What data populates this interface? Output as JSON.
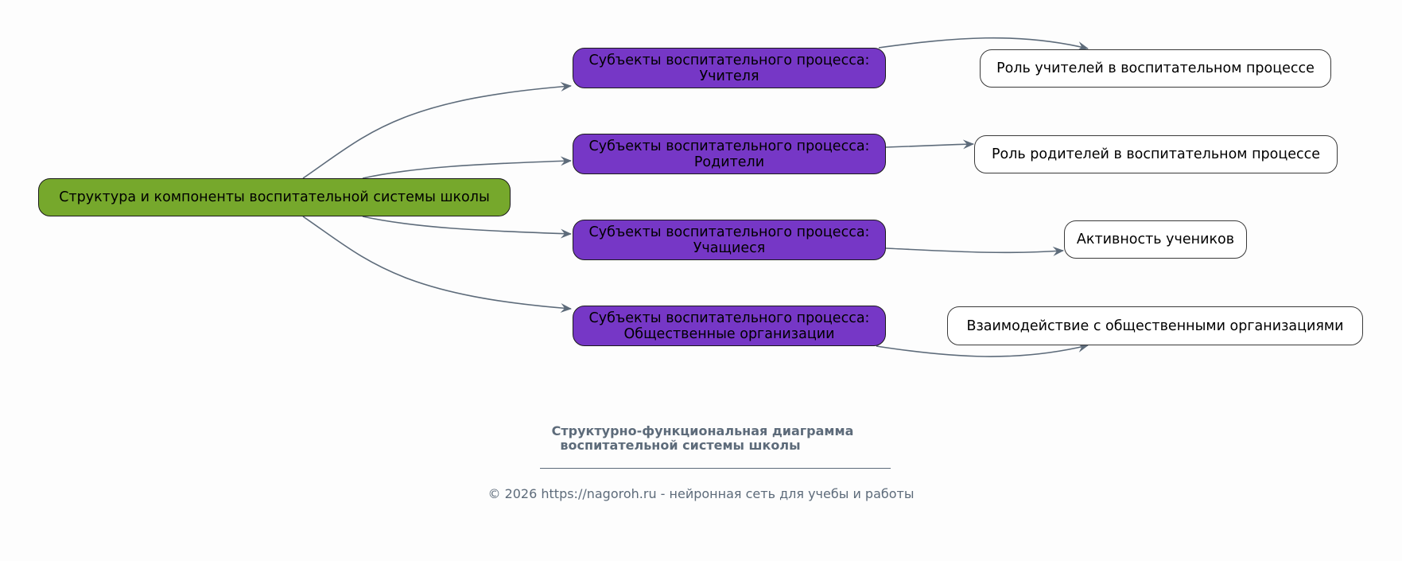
{
  "diagram": {
    "root": {
      "label": "Структура и компоненты воспитательной системы школы",
      "color": "#76a82c"
    },
    "subjects": [
      {
        "line1": "Субъекты воспитательного процесса:",
        "line2": "Учителя",
        "color": "#7637c6"
      },
      {
        "line1": "Субъекты воспитательного процесса:",
        "line2": "Родители",
        "color": "#7637c6"
      },
      {
        "line1": "Субъекты воспитательного процесса:",
        "line2": "Учащиеся",
        "color": "#7637c6"
      },
      {
        "line1": "Субъекты воспитательного процесса:",
        "line2": "Общественные организации",
        "color": "#7637c6"
      }
    ],
    "leaves": [
      {
        "label": "Роль учителей в воспитательном процессе"
      },
      {
        "label": "Роль родителей в воспитательном процессе"
      },
      {
        "label": "Активность учеников"
      },
      {
        "label": "Взаимодействие с общественными организациями"
      }
    ],
    "edges": [
      {
        "from": "root",
        "to": "subject-0"
      },
      {
        "from": "root",
        "to": "subject-1"
      },
      {
        "from": "root",
        "to": "subject-2"
      },
      {
        "from": "root",
        "to": "subject-3"
      },
      {
        "from": "subject-0",
        "to": "leaf-0"
      },
      {
        "from": "subject-1",
        "to": "leaf-1"
      },
      {
        "from": "subject-2",
        "to": "leaf-2"
      },
      {
        "from": "subject-3",
        "to": "leaf-3"
      }
    ],
    "edge_color": "#5d6b7a"
  },
  "caption": {
    "title_line1": "Структурно-функциональная диаграмма",
    "title_line2": "воспитательной системы школы",
    "footer": "© 2026 https://nagoroh.ru - нейронная сеть для учебы и работы",
    "text_color": "#5d6b7a"
  }
}
